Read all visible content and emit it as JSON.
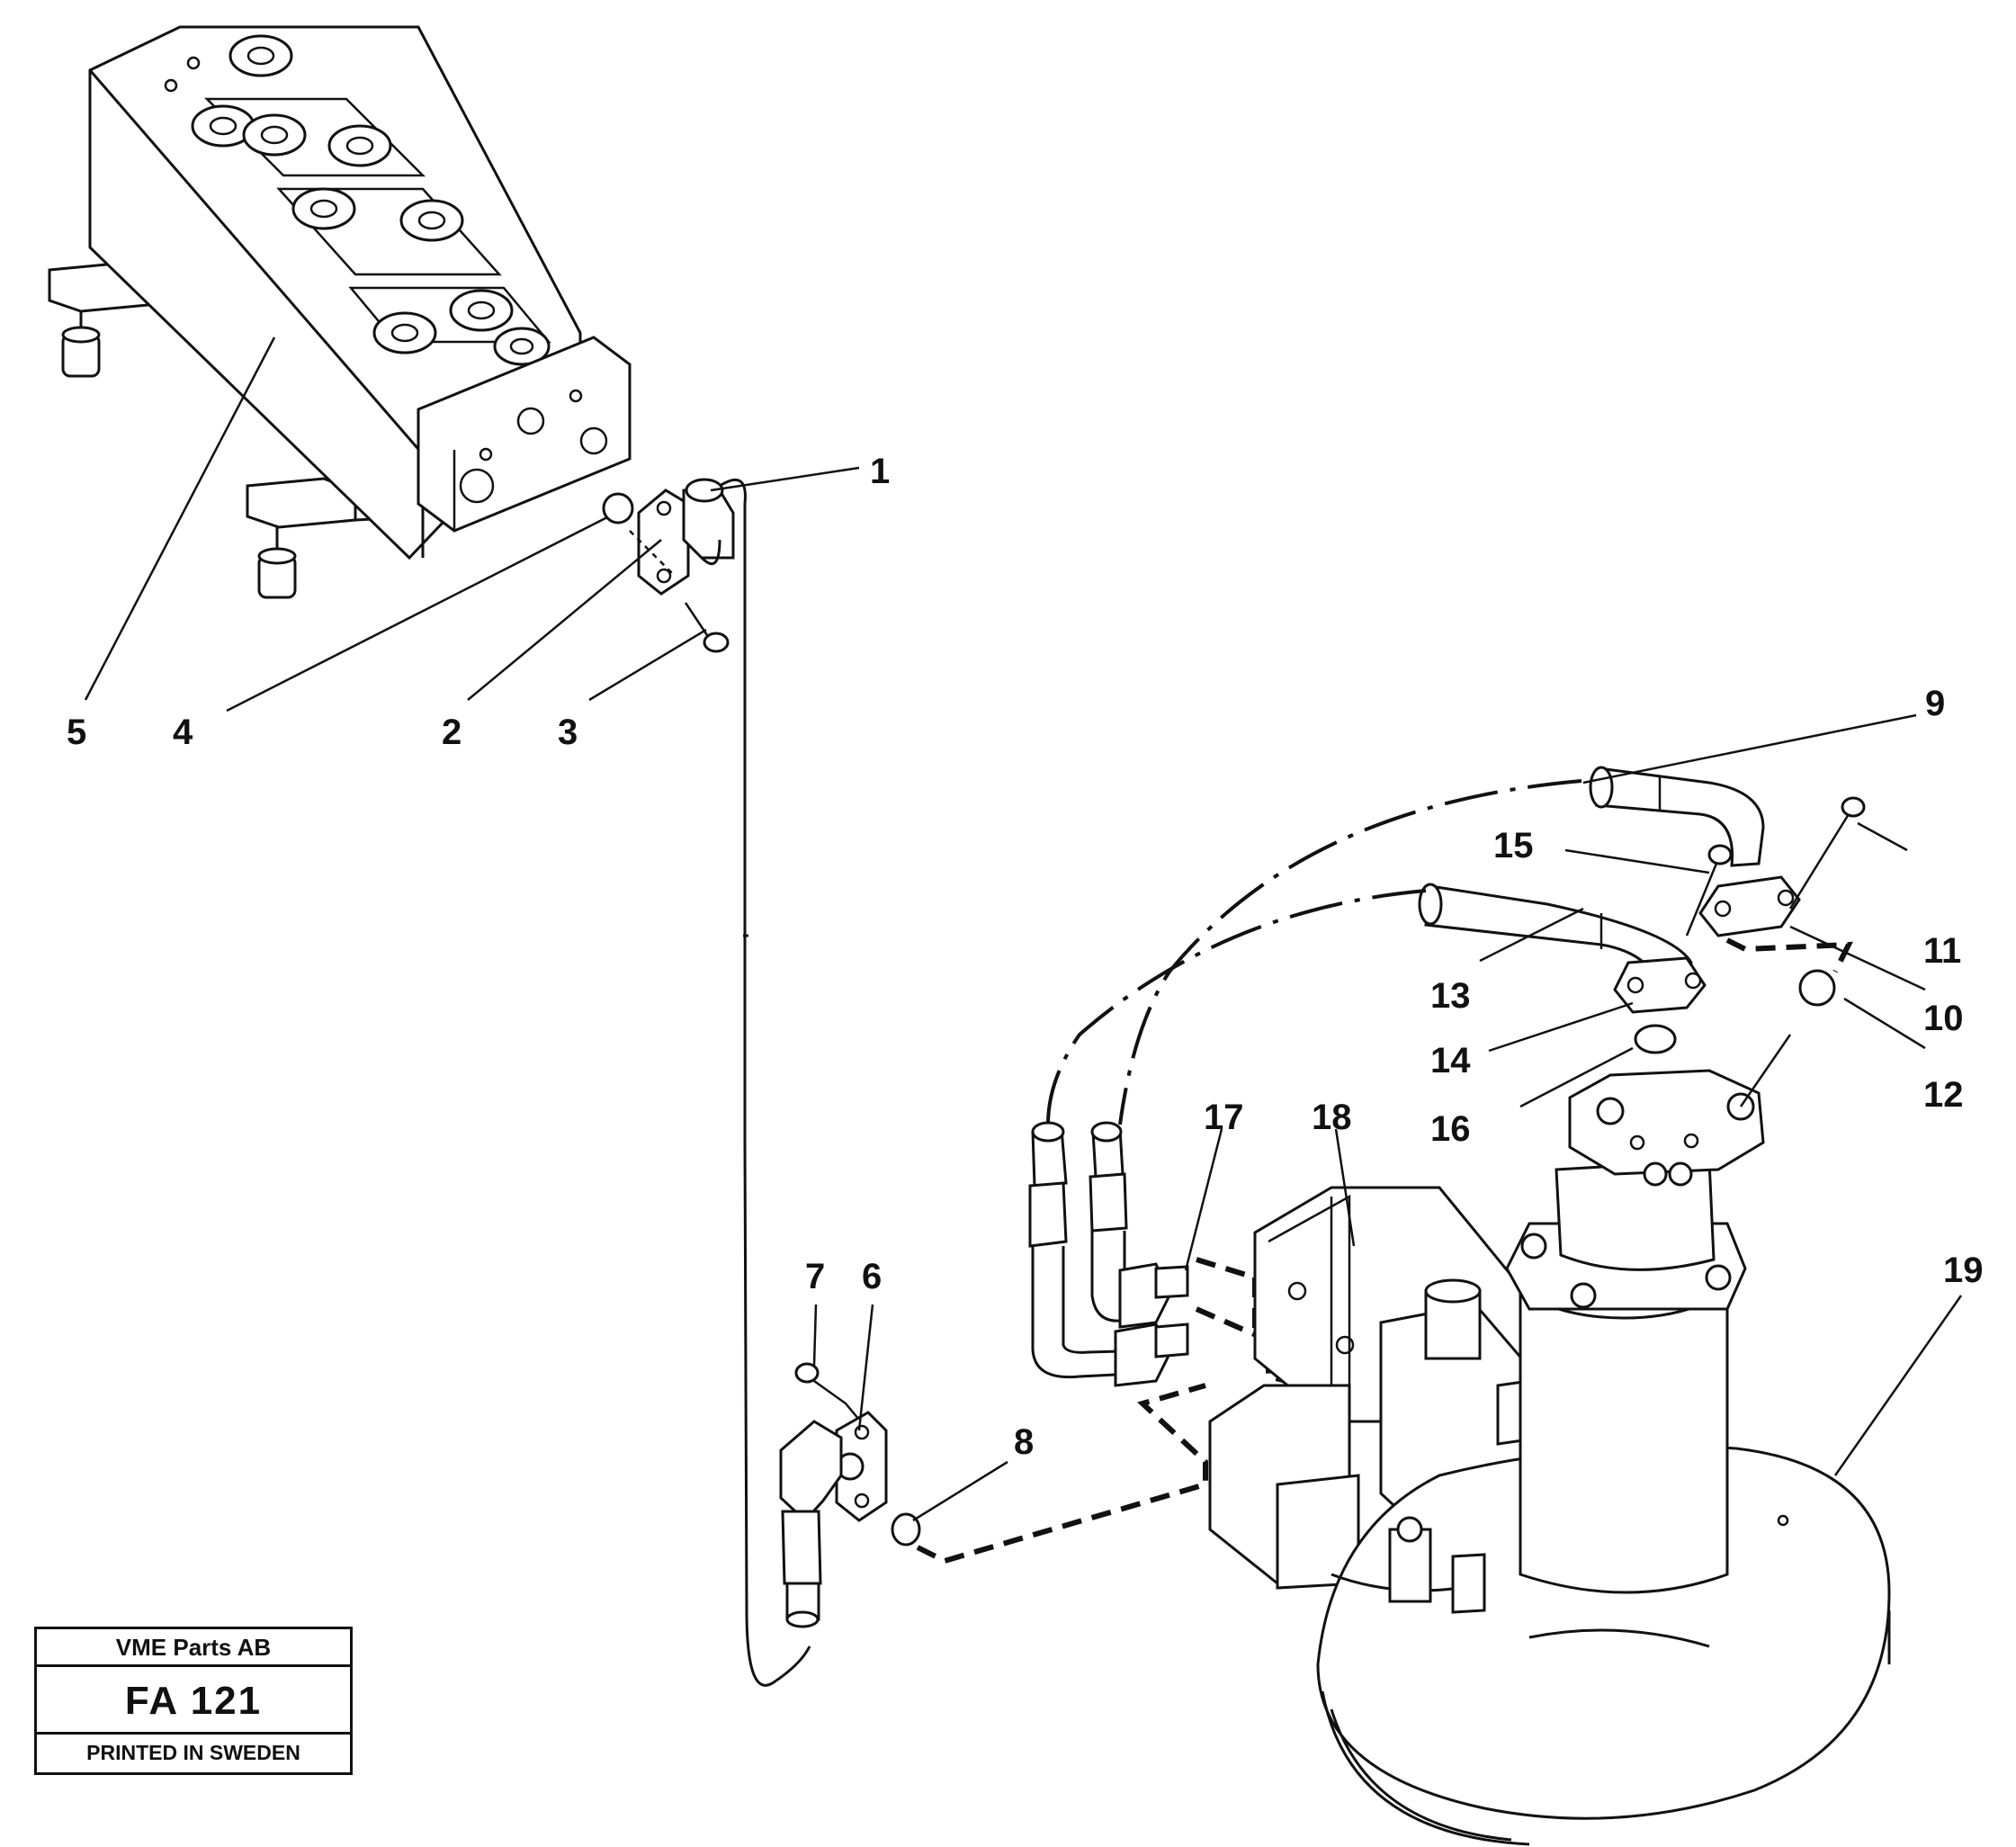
{
  "diagram": {
    "callouts": [
      "1",
      "2",
      "3",
      "4",
      "5",
      "6",
      "7",
      "8",
      "9",
      "10",
      "11",
      "12",
      "13",
      "14",
      "15",
      "16",
      "17",
      "18",
      "19"
    ]
  },
  "title_block": {
    "company": "VME Parts AB",
    "code": "FA 121",
    "printed": "PRINTED IN SWEDEN"
  }
}
